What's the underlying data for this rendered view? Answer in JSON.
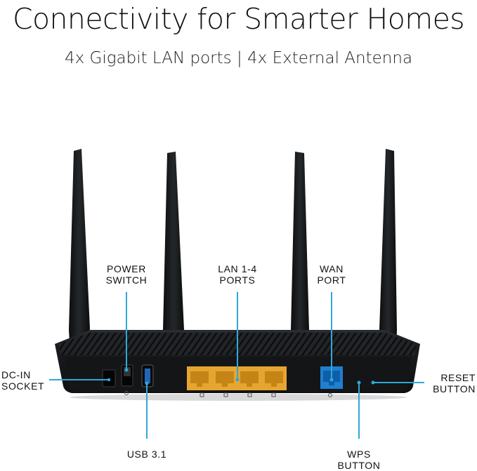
{
  "header": {
    "title": "Connectivity for Smarter Homes",
    "subtitle": "4x Gigabit LAN ports | 4x External Antenna"
  },
  "callouts": {
    "power_switch": [
      "POWER",
      "SWITCH"
    ],
    "lan_ports": [
      "LAN 1-4",
      "PORTS"
    ],
    "wan_port": [
      "WAN",
      "PORT"
    ],
    "dc_in": [
      "DC-IN",
      "SOCKET"
    ],
    "reset": [
      "RESET",
      "BUTTON"
    ],
    "usb": [
      "USB 3.1"
    ],
    "wps": [
      "WPS",
      "BUTTON"
    ]
  },
  "colors": {
    "callout_line": "#2fa8d8",
    "lan_port": "#e6a531",
    "wan_port": "#1f7fd0",
    "router_body": "#17191c"
  },
  "icons": [
    "router-image",
    "antenna",
    "lan-port",
    "wan-port",
    "usb-port",
    "power-switch",
    "dc-socket"
  ]
}
